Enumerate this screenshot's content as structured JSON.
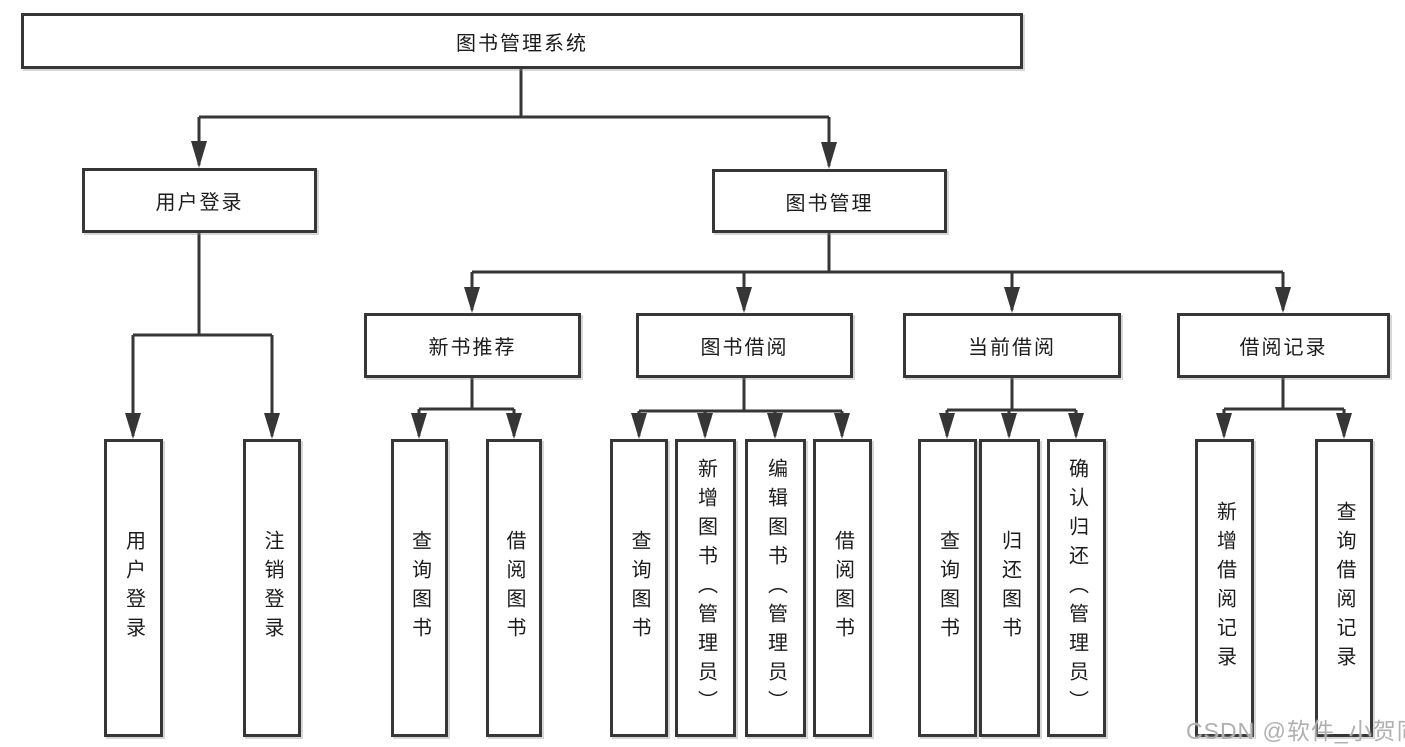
{
  "diagram_title": "图书管理系统",
  "tree": {
    "root": {
      "label": "图书管理系统",
      "children": [
        {
          "label": "用户登录",
          "children": [
            {
              "label": "用户登录"
            },
            {
              "label": "注销登录"
            }
          ]
        },
        {
          "label": "图书管理",
          "children": [
            {
              "label": "新书推荐",
              "children": [
                {
                  "label": "查询图书"
                },
                {
                  "label": "借阅图书"
                }
              ]
            },
            {
              "label": "图书借阅",
              "children": [
                {
                  "label": "查询图书"
                },
                {
                  "label": "新增图书（管理员）"
                },
                {
                  "label": "编辑图书（管理员）"
                },
                {
                  "label": "借阅图书"
                }
              ]
            },
            {
              "label": "当前借阅",
              "children": [
                {
                  "label": "查询图书"
                },
                {
                  "label": "归还图书"
                },
                {
                  "label": "确认归还（管理员）"
                }
              ]
            },
            {
              "label": "借阅记录",
              "children": [
                {
                  "label": "新增借阅记录"
                },
                {
                  "label": "查询借阅记录"
                }
              ]
            }
          ]
        }
      ]
    }
  },
  "watermark": {
    "text": "CSDN @软件_小贺同学"
  },
  "colors": {
    "line": "#363636",
    "text": "#1c1c1c",
    "background": "#ffffff",
    "watermark": "#b0b0b0"
  }
}
